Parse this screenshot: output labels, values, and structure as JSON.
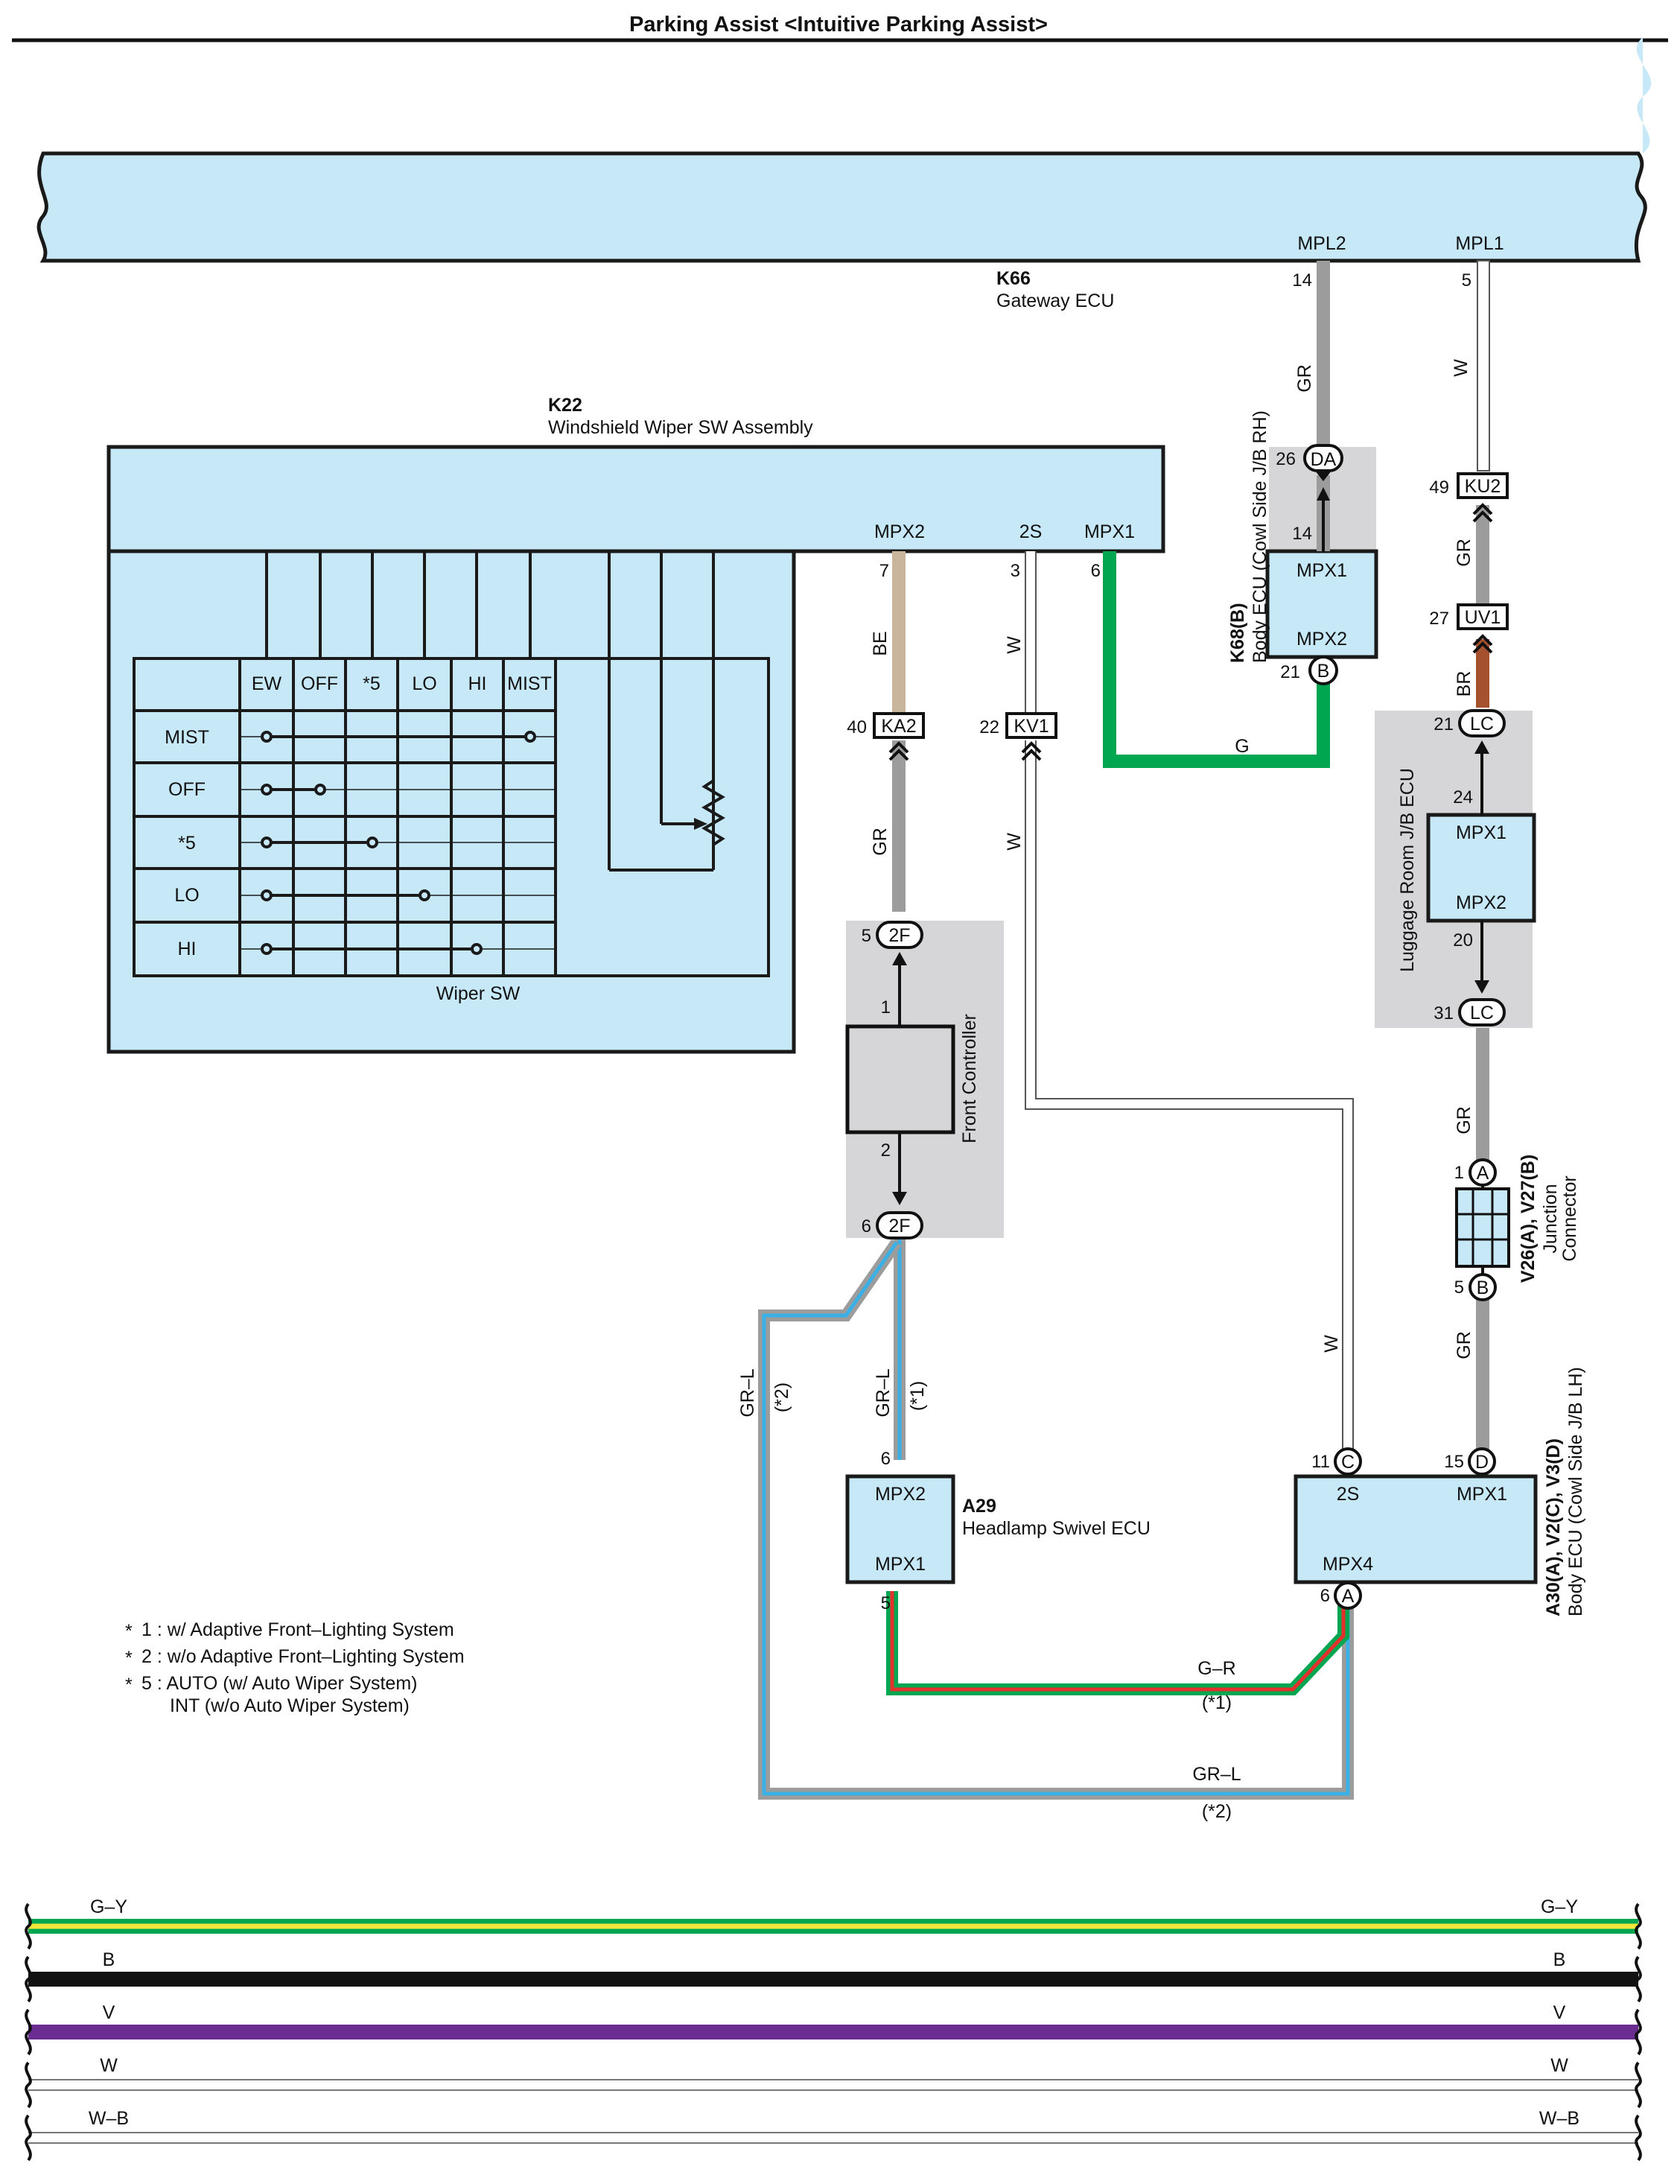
{
  "title": "Parking Assist <Intuitive Parking Assist>",
  "colors": {
    "GR": "#9c9c9c",
    "W": "#ffffff",
    "BE": "#c9b59b",
    "G": "#00a650",
    "BR": "#a5512e",
    "L": "#3ab0e6",
    "R": "#e3322b",
    "Y": "#f2e63a",
    "B": "#111111",
    "V": "#6a2c91",
    "box_fill": "#c6e8f7",
    "shade": "#d6d6d8"
  },
  "components": {
    "k66": {
      "code": "K66",
      "name": "Gateway ECU",
      "terminals": {
        "mpl2": "MPL2",
        "mpl1": "MPL1"
      },
      "pins": {
        "mpl2": "14",
        "mpl1": "5"
      }
    },
    "k22": {
      "code": "K22",
      "name": "Windshield Wiper SW Assembly",
      "terminals": {
        "mpx2": "MPX2",
        "s2": "2S",
        "mpx1": "MPX1"
      },
      "pins": {
        "mpx2": "7",
        "s2": "3",
        "mpx1": "6"
      },
      "wiper_sw": {
        "label": "Wiper SW",
        "columns": [
          "EW",
          "OFF",
          "*5",
          "LO",
          "HI",
          "MIST"
        ],
        "rows": [
          "MIST",
          "OFF",
          "*5",
          "LO",
          "HI"
        ]
      }
    },
    "k68": {
      "code": "K68(B)",
      "name": "Body ECU (Cowl Side J/B RH)",
      "top": "MPX1",
      "bottom": "MPX2",
      "pin_top": "14",
      "pin_bottom": "21"
    },
    "luggage": {
      "name": "Luggage Room J/B ECU",
      "top": "MPX1",
      "bottom": "MPX2",
      "pin_top": "24",
      "pin_bottom": "20"
    },
    "front": {
      "name": "Front Controller",
      "pin_top": "1",
      "pin_bottom": "2"
    },
    "a29": {
      "code": "A29",
      "name": "Headlamp Swivel ECU",
      "top": "MPX2",
      "bottom": "MPX1",
      "pin_top": "6",
      "pin_bottom": "5"
    },
    "junction": {
      "code": "V26(A), V27(B)",
      "name_1": "Junction",
      "name_2": "Connector",
      "pin_a": "1",
      "pin_b": "5",
      "letter_a": "A",
      "letter_b": "B"
    },
    "body_lh": {
      "code": "A30(A), V2(C), V3(D)",
      "name": "Body ECU (Cowl Side J/B LH)",
      "t_2s": "2S",
      "t_mpx1": "MPX1",
      "t_mpx4": "MPX4",
      "pin_c": "11",
      "pin_d": "15",
      "pin_a": "6",
      "letter_c": "C",
      "letter_d": "D",
      "letter_a": "A"
    }
  },
  "connectors": {
    "da": {
      "code": "DA",
      "pin": "26"
    },
    "b21": {
      "code": "B"
    },
    "ku2": {
      "code": "KU2",
      "pin": "49"
    },
    "uv1": {
      "code": "UV1",
      "pin": "27"
    },
    "lc_top": {
      "code": "LC",
      "pin": "21"
    },
    "lc_bottom": {
      "code": "LC",
      "pin": "31"
    },
    "ka2": {
      "code": "KA2",
      "pin": "40"
    },
    "kv1": {
      "code": "KV1",
      "pin": "22"
    },
    "f2_top": {
      "code": "2F",
      "pin": "5"
    },
    "f2_bottom": {
      "code": "2F",
      "pin": "6"
    }
  },
  "wires": {
    "gr": "GR",
    "w": "W",
    "be": "BE",
    "g": "G",
    "br": "BR",
    "grl": "GR–L",
    "gr_r": "G–R",
    "note1": "(*1)",
    "note2": "(*2)"
  },
  "notes": [
    {
      "mark": "*",
      "text": "1 : w/ Adaptive Front–Lighting System"
    },
    {
      "mark": "*",
      "text": "2 : w/o Adaptive Front–Lighting System"
    },
    {
      "mark": "*",
      "text": "5 : AUTO (w/ Auto Wiper System)"
    },
    {
      "mark": "",
      "text": "INT (w/o Auto Wiper System)"
    }
  ],
  "bus_wires": [
    {
      "label": "G–Y",
      "color": "#00a650",
      "stripe": "#f2e63a"
    },
    {
      "label": "B",
      "color": "#111111",
      "stripe": ""
    },
    {
      "label": "V",
      "color": "#6a2c91",
      "stripe": ""
    },
    {
      "label": "W",
      "color": "#ffffff",
      "stripe": ""
    },
    {
      "label": "W–B",
      "color": "#ffffff",
      "stripe": ""
    }
  ]
}
